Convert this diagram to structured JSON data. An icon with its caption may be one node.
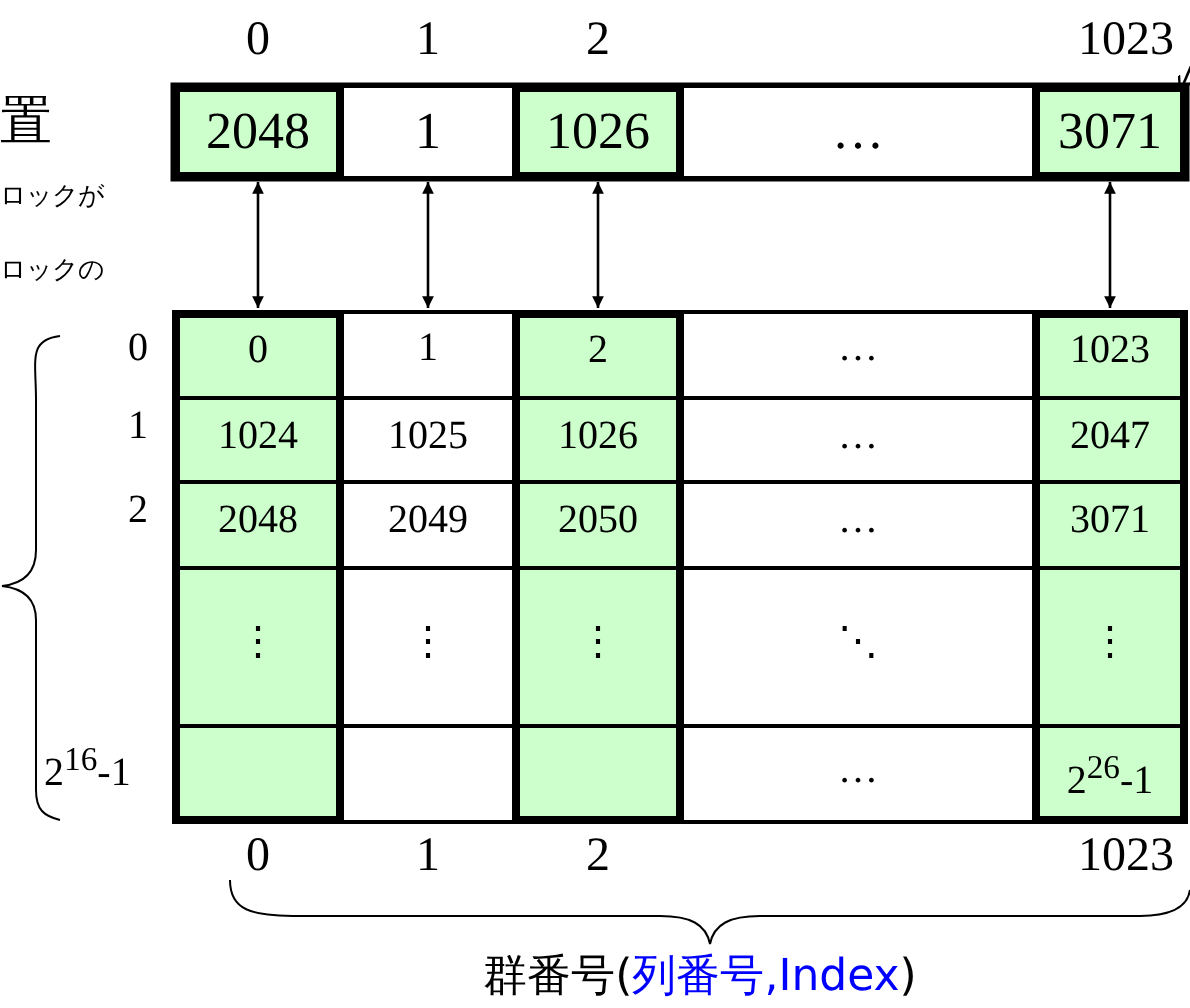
{
  "diagram": {
    "nodes": [
      {
        "text": [
          "2048"
        ]
      },
      {
        "text": [
          "1"
        ]
      },
      {
        "text": [
          "1026"
        ]
      },
      {
        "text": [
          "…"
        ]
      },
      {
        "text": [
          "3071"
        ]
      },
      {
        "text": [
          "0",
          "1024",
          "2048",
          "⋮"
        ]
      },
      {
        "text": [
          "1",
          "1025",
          "2049",
          "⋮"
        ]
      },
      {
        "text": [
          "2",
          "1026",
          "2050",
          "⋮"
        ]
      },
      {
        "text": [
          "…",
          "…",
          "…",
          "⋱",
          "…"
        ]
      },
      {
        "text": [
          "1023",
          "2047",
          "3071",
          "⋮",
          "2$^{26}$-1"
        ]
      }
    ],
    "edges": [
      {
        "from": 0,
        "to": 5,
        "arrow": "both"
      },
      {
        "from": 1,
        "to": 6,
        "arrow": "both"
      },
      {
        "from": 2,
        "to": 7,
        "arrow": "both"
      },
      {
        "from": 4,
        "to": 9,
        "arrow": "both"
      },
      {
        "from": null,
        "to": 4,
        "arrow": "to"
      }
    ],
    "labels": [
      "0",
      "1",
      "2",
      "1023",
      "置",
      "ロックが",
      "ロックの",
      "0",
      "1",
      "2",
      "2$^{16}$-1",
      "0",
      "1",
      "2",
      "1023",
      "群番号(**列番号,Index**)"
    ]
  }
}
